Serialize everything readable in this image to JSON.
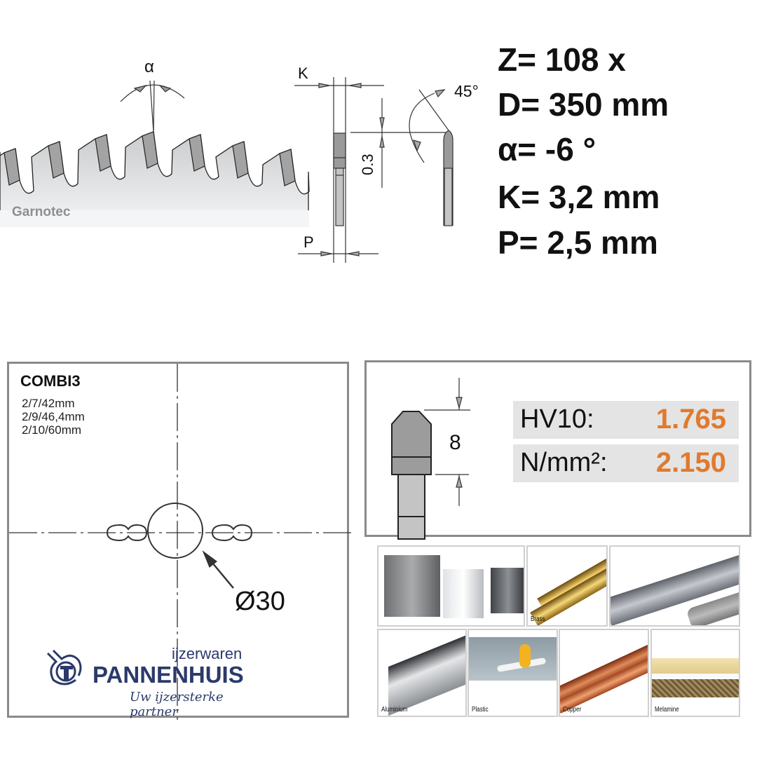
{
  "blade_profile": {
    "brand": "Garnotec",
    "alpha_symbol": "α",
    "k_label": "K",
    "p_label": "P",
    "dim_03": "0.3",
    "angle_45": "45°"
  },
  "specs": [
    "Z= 108 x",
    "D= 350 mm",
    "α= -6 °",
    "K= 3,2 mm",
    "P= 2,5 mm"
  ],
  "bore": {
    "title": "COMBI3",
    "pinholes": [
      "2/7/42mm",
      "2/9/46,4mm",
      "2/10/60mm"
    ],
    "diameter": "Ø30"
  },
  "hardness": {
    "tip_height": "8",
    "rows": [
      {
        "label": "HV10:",
        "value": "1.765"
      },
      {
        "label": "N/mm²:",
        "value": "2.150"
      }
    ],
    "value_color": "#e07a2e"
  },
  "materials": [
    "Brass",
    "Aluminium",
    "Plastic",
    "Copper",
    "Melamine"
  ],
  "logo": {
    "top": "ijzerwaren",
    "name": "PANNENHUIS",
    "tagline": "Uw ijzersterke partner",
    "color": "#2b3a6b"
  }
}
